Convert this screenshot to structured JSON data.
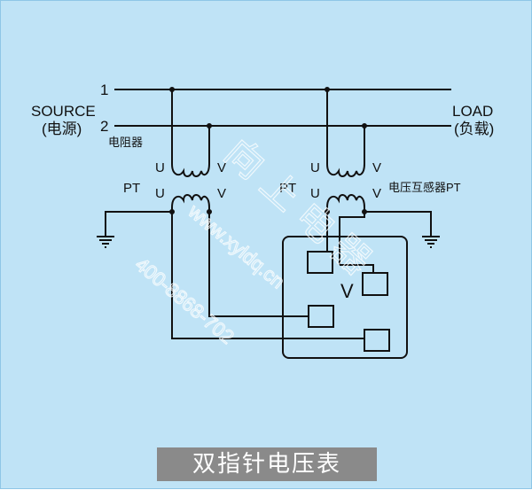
{
  "labels": {
    "line1": "1",
    "line2": "2",
    "source": "SOURCE",
    "source_cn": "(电源)",
    "load": "LOAD",
    "load_cn": "(负载)",
    "resistor": "电阻器",
    "left_pt": "PT",
    "right_pt": "PT",
    "pt_name": "电压互感器PT",
    "u": "U",
    "v": "V",
    "meter_symbol": "V"
  },
  "watermark": {
    "brand_cn": "向 上 电 器",
    "url": "www.xyldq.cn",
    "phone": "400-8868-702"
  },
  "caption": "双指针电压表",
  "colors": {
    "background": "#bfe3f6",
    "wire": "#111111",
    "caption_bg": "#8a8a8a",
    "caption_text": "#ffffff"
  }
}
